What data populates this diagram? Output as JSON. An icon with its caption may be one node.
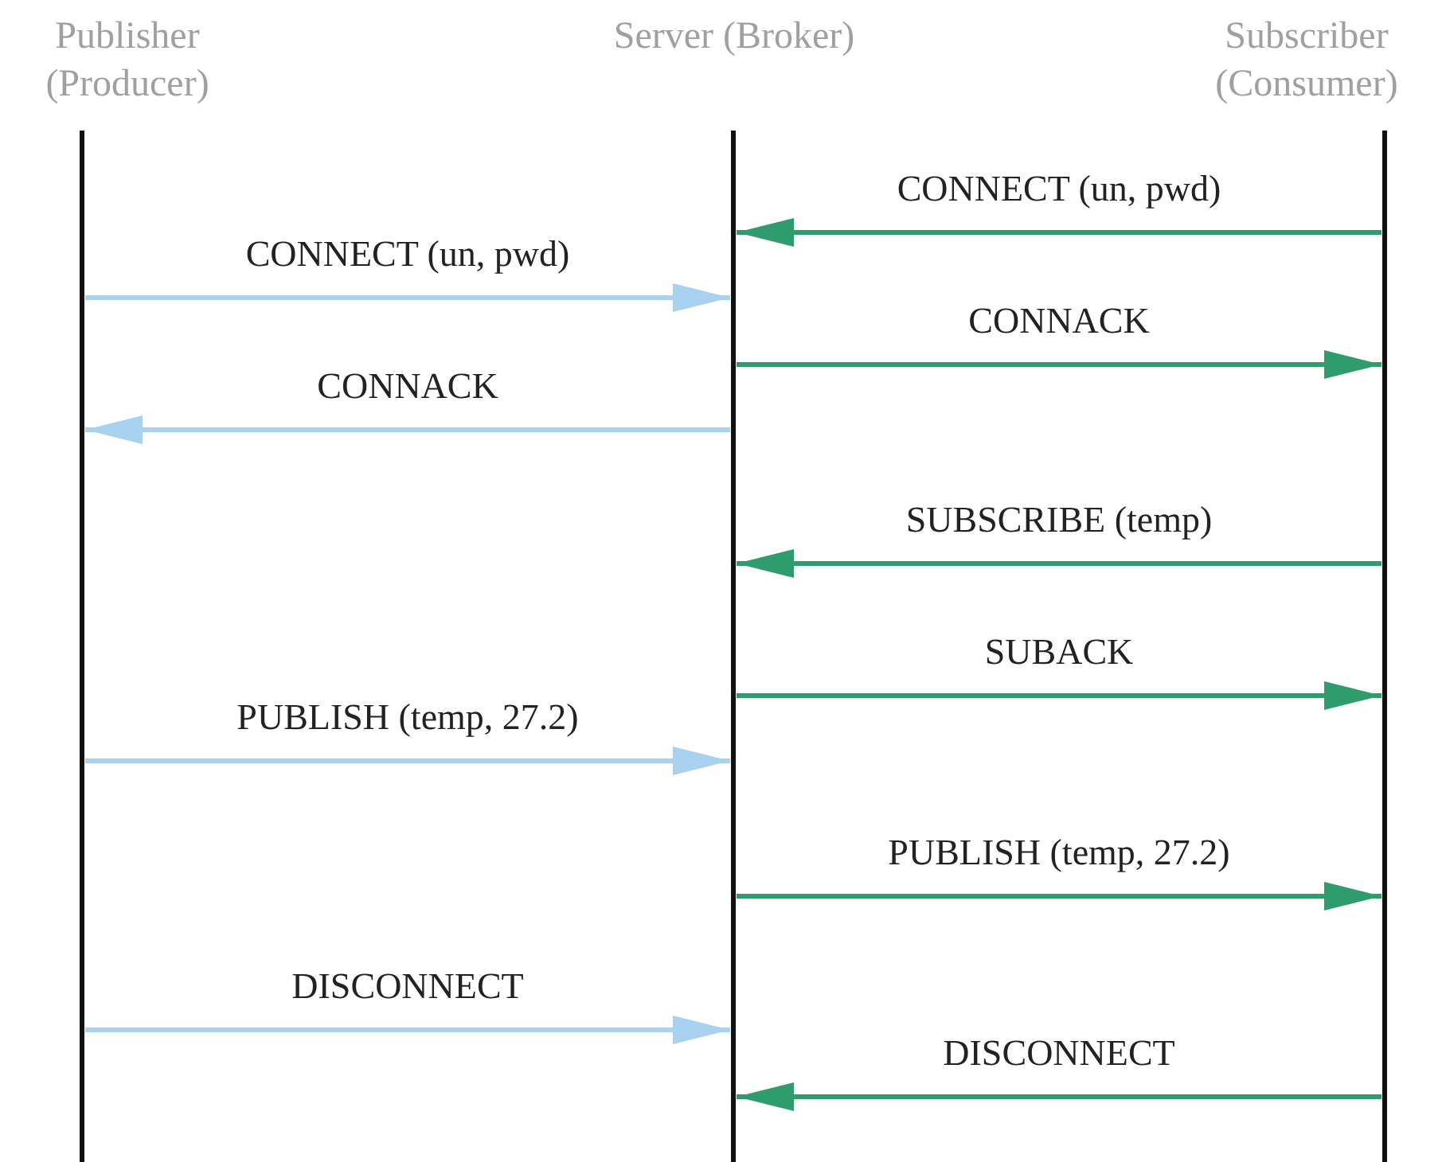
{
  "diagram": {
    "nodes": [
      {
        "text": [
          "Publisher (Producer)"
        ]
      },
      {
        "text": [
          "Server (Broker)"
        ]
      },
      {
        "text": [
          "Subscriber (Consumer)"
        ]
      }
    ],
    "edges": [
      {
        "from": 2,
        "to": 1,
        "arrow": "to",
        "label": "CONNECT (un, pwd)"
      },
      {
        "from": 0,
        "to": 1,
        "arrow": "to",
        "label": "CONNECT (un, pwd)",
        "color": "#a9d2f0"
      },
      {
        "from": 1,
        "to": 2,
        "arrow": "to",
        "label": "CONNACK"
      },
      {
        "from": 1,
        "to": 0,
        "arrow": "to",
        "label": "CONNACK",
        "color": "#a9d2f0"
      },
      {
        "from": 2,
        "to": 1,
        "arrow": "to",
        "label": "SUBSCRIBE (temp)"
      },
      {
        "from": 1,
        "to": 2,
        "arrow": "to",
        "label": "SUBACK"
      },
      {
        "from": 0,
        "to": 1,
        "arrow": "to",
        "label": "PUBLISH (temp, 27.2)",
        "color": "#a9d2f0"
      },
      {
        "from": 1,
        "to": 2,
        "arrow": "to",
        "label": "PUBLISH (temp, 27.2)"
      },
      {
        "from": 0,
        "to": 1,
        "arrow": "to",
        "label": "DISCONNECT",
        "color": "#a9d2f0"
      },
      {
        "from": 2,
        "to": 1,
        "arrow": "to",
        "label": "DISCONNECT"
      }
    ]
  }
}
